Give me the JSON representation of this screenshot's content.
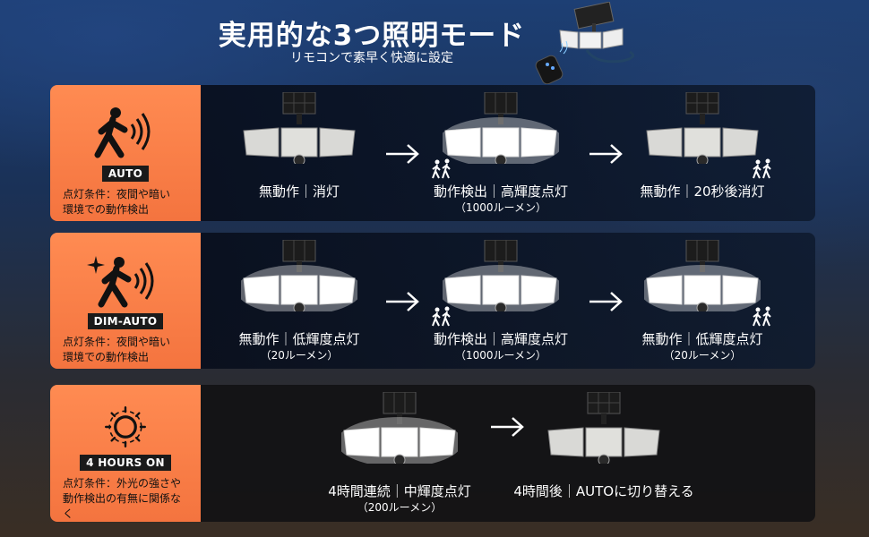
{
  "header": {
    "title": "実用的な3つ照明モード",
    "subtitle": "リモコンで素早く快適に設定"
  },
  "modes": [
    {
      "badge": "AUTO",
      "condition_line1": "点灯条件：夜間や暗い",
      "condition_line2": "環境での動作検出",
      "icon": "motion-person-icon",
      "steps": [
        {
          "label": "無動作｜消灯",
          "sub": ""
        },
        {
          "label": "動作検出｜高輝度点灯",
          "sub": "（1000ルーメン）"
        },
        {
          "label": "無動作｜20秒後消灯",
          "sub": ""
        }
      ]
    },
    {
      "badge": "DIM-AUTO",
      "condition_line1": "点灯条件：夜間や暗い",
      "condition_line2": "環境での動作検出",
      "icon": "sparkle-motion-person-icon",
      "steps": [
        {
          "label": "無動作｜低輝度点灯",
          "sub": "（20ルーメン）"
        },
        {
          "label": "動作検出｜高輝度点灯",
          "sub": "（1000ルーメン）"
        },
        {
          "label": "無動作｜低輝度点灯",
          "sub": "（20ルーメン）"
        }
      ]
    },
    {
      "badge": "4 HOURS ON",
      "condition_line1": "点灯条件：外光の強さや",
      "condition_line2": "動作検出の有無に関係なく",
      "icon": "sun-icon",
      "steps": [
        {
          "label": "4時間連続｜中輝度点灯",
          "sub": "（200ルーメン）"
        },
        {
          "label": "4時間後｜AUTOに切り替える",
          "sub": ""
        }
      ]
    }
  ]
}
